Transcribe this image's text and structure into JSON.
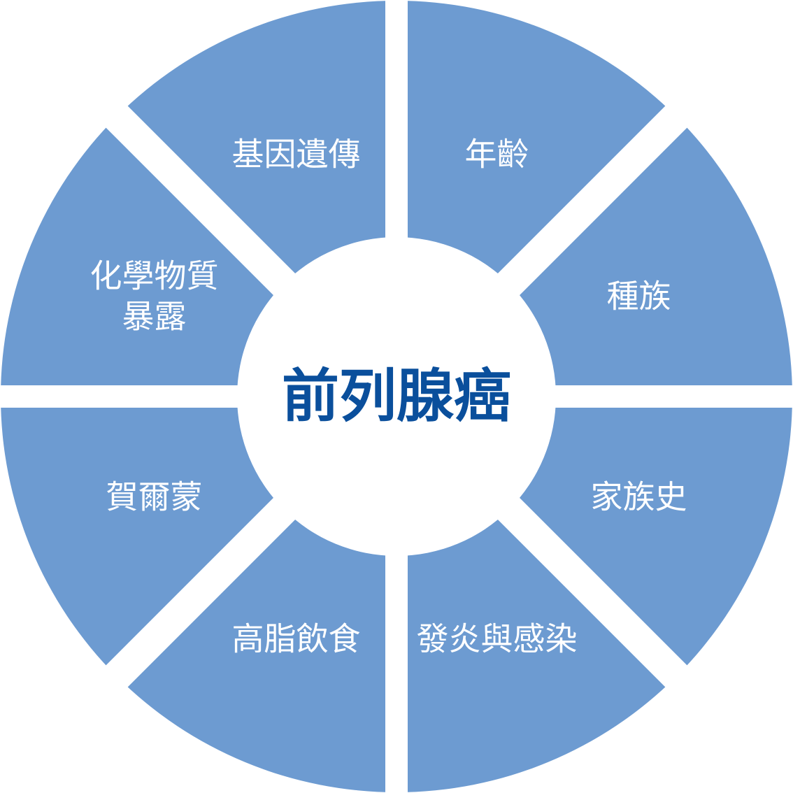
{
  "center": {
    "label": "前列腺癌",
    "color": "#0a4f9c"
  },
  "colors": {
    "segment_fill": "#6d9bd1",
    "gap": "#ffffff",
    "hub": "#ffffff"
  },
  "segments": [
    {
      "id": "age",
      "lines": [
        "年齡"
      ]
    },
    {
      "id": "race",
      "lines": [
        "種族"
      ]
    },
    {
      "id": "family-history",
      "lines": [
        "家族史"
      ]
    },
    {
      "id": "inflammation-infection",
      "lines": [
        "發炎與感染"
      ]
    },
    {
      "id": "high-fat-diet",
      "lines": [
        "高脂飲食"
      ]
    },
    {
      "id": "hormones",
      "lines": [
        "賀爾蒙"
      ]
    },
    {
      "id": "chemical-exposure",
      "lines": [
        "化學物質",
        "暴露"
      ]
    },
    {
      "id": "genetics",
      "lines": [
        "基因遺傳"
      ]
    }
  ]
}
